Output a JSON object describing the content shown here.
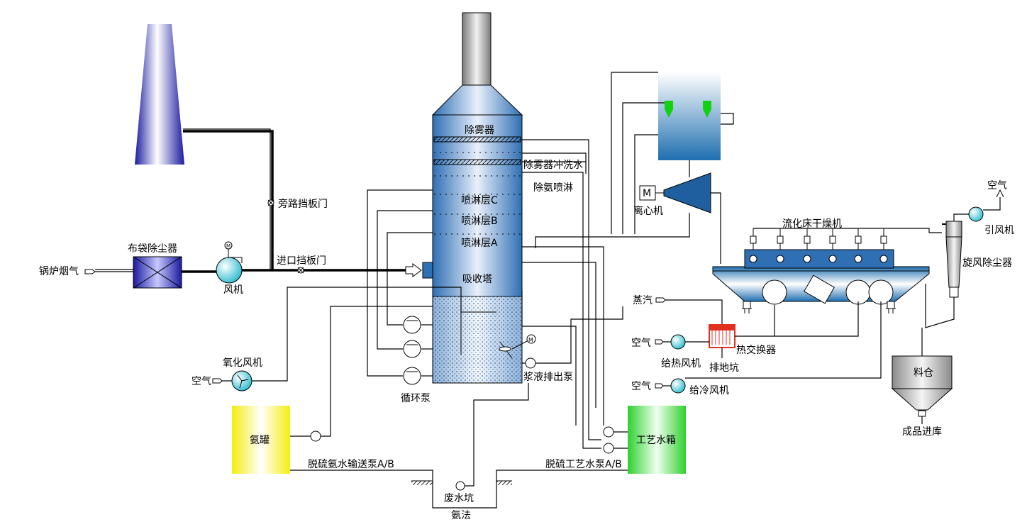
{
  "labels": {
    "boiler_flue_gas": "锅炉烟气",
    "bag_filter": "布袋除尘器",
    "fan": "风机",
    "bypass_damper": "旁路挡板门",
    "inlet_damper": "进口挡板门",
    "demister": "除雾器",
    "demister_wash_water": "除雾器冲洗水",
    "ammonia_spray": "除氨喷淋",
    "spray_layer_c": "喷淋层C",
    "spray_layer_b": "喷淋层B",
    "spray_layer_a": "喷淋层A",
    "absorber": "吸收塔",
    "oxidation_fan": "氧化风机",
    "air": "空气",
    "circulation_pump": "循环泵",
    "slurry_discharge_pump": "浆液排出泵",
    "ammonia_tank": "氨罐",
    "ammonia_transfer_pump": "脱硫氨水输送泵A/B",
    "process_water_pump": "脱硫工艺水泵A/B",
    "waste_water_pit": "废水坑",
    "ammonia_method": "氨法",
    "process_water_tank": "工艺水箱",
    "centrifuge": "离心机",
    "fluid_bed_dryer": "流化床干燥机",
    "steam": "蒸汽",
    "heating_fan": "给热风机",
    "heat_exchanger": "热交换器",
    "drain_pit": "排地坑",
    "cooling_fan": "给冷风机",
    "induced_fan": "引风机",
    "cyclone": "旋风除尘器",
    "silo": "料仓",
    "product_storage": "成品进库",
    "motor_m": "M"
  },
  "colors": {
    "chimney_blue": "#1a1aa0",
    "tower_blue": "#2f6fb4",
    "pump_cyan": "#2fc4d4",
    "ammonia_yellow": "#f4ee10",
    "water_tank_green": "#2fd02f",
    "heat_exchanger_red": "#e03020",
    "nozzle_green": "#12d012"
  }
}
